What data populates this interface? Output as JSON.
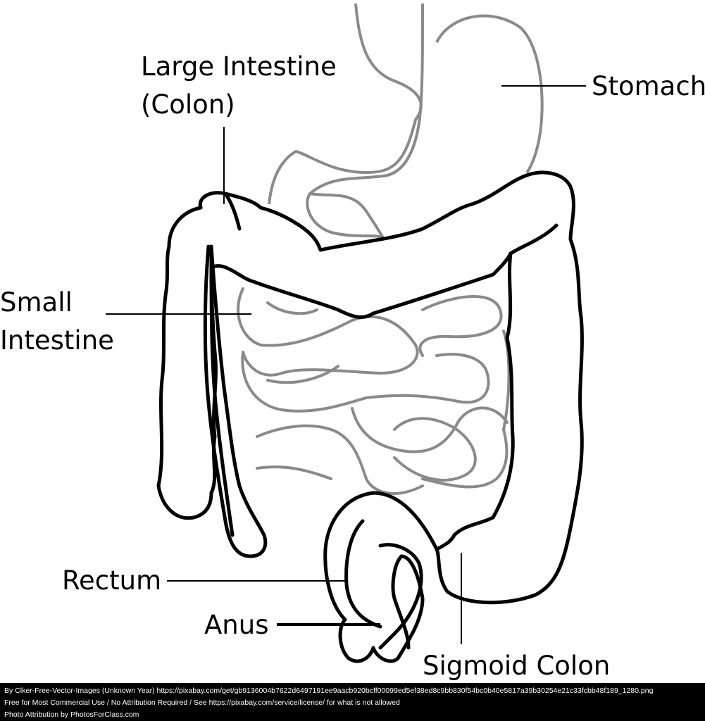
{
  "labels": {
    "large_intestine_line1": "Large Intestine",
    "large_intestine_line2": "(Colon)",
    "stomach": "Stomach",
    "small_intestine_line1": "Small",
    "small_intestine_line2": "Intestine",
    "rectum": "Rectum",
    "anus": "Anus",
    "sigmoid_colon": "Sigmoid Colon"
  },
  "colors": {
    "outline": "#000000",
    "organ_gray": "#8a8a8a",
    "footer_bg": "#000000",
    "footer_text": "#ffffff"
  },
  "footer": {
    "line1": "By  Clker-Free-Vector-Images  (Unknown  Year)  https://pixabay.com/get/gb9136004b7622d6497191ee9aacb920bcff00099ed5ef38ed8c9bb830f54bc0b40e5817a39b30254e21c33fcbb48f189_1280.png",
    "line2": "Free for Most Commercial Use / No Attribution Required / See https://pixabay.com/service/license/ for what is not allowed",
    "line3": "Photo Attribution by PhotosForClass.com"
  }
}
